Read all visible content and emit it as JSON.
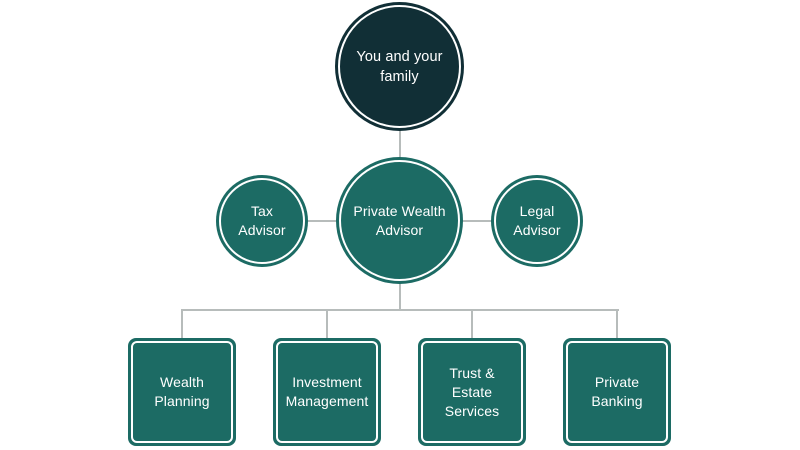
{
  "colors": {
    "root_fill": "#112f36",
    "node_fill": "#1c6b64",
    "connector": "#b7bcbb",
    "inner_ring": "#ffffff"
  },
  "nodes": {
    "root": {
      "label": "You and your\nfamily"
    },
    "center": {
      "label": "Private Wealth\nAdvisor"
    },
    "left": {
      "label": "Tax\nAdvisor"
    },
    "right": {
      "label": "Legal\nAdvisor"
    },
    "services": [
      {
        "label": "Wealth\nPlanning"
      },
      {
        "label": "Investment\nManagement"
      },
      {
        "label": "Trust &\nEstate\nServices"
      },
      {
        "label": "Private\nBanking"
      }
    ]
  }
}
